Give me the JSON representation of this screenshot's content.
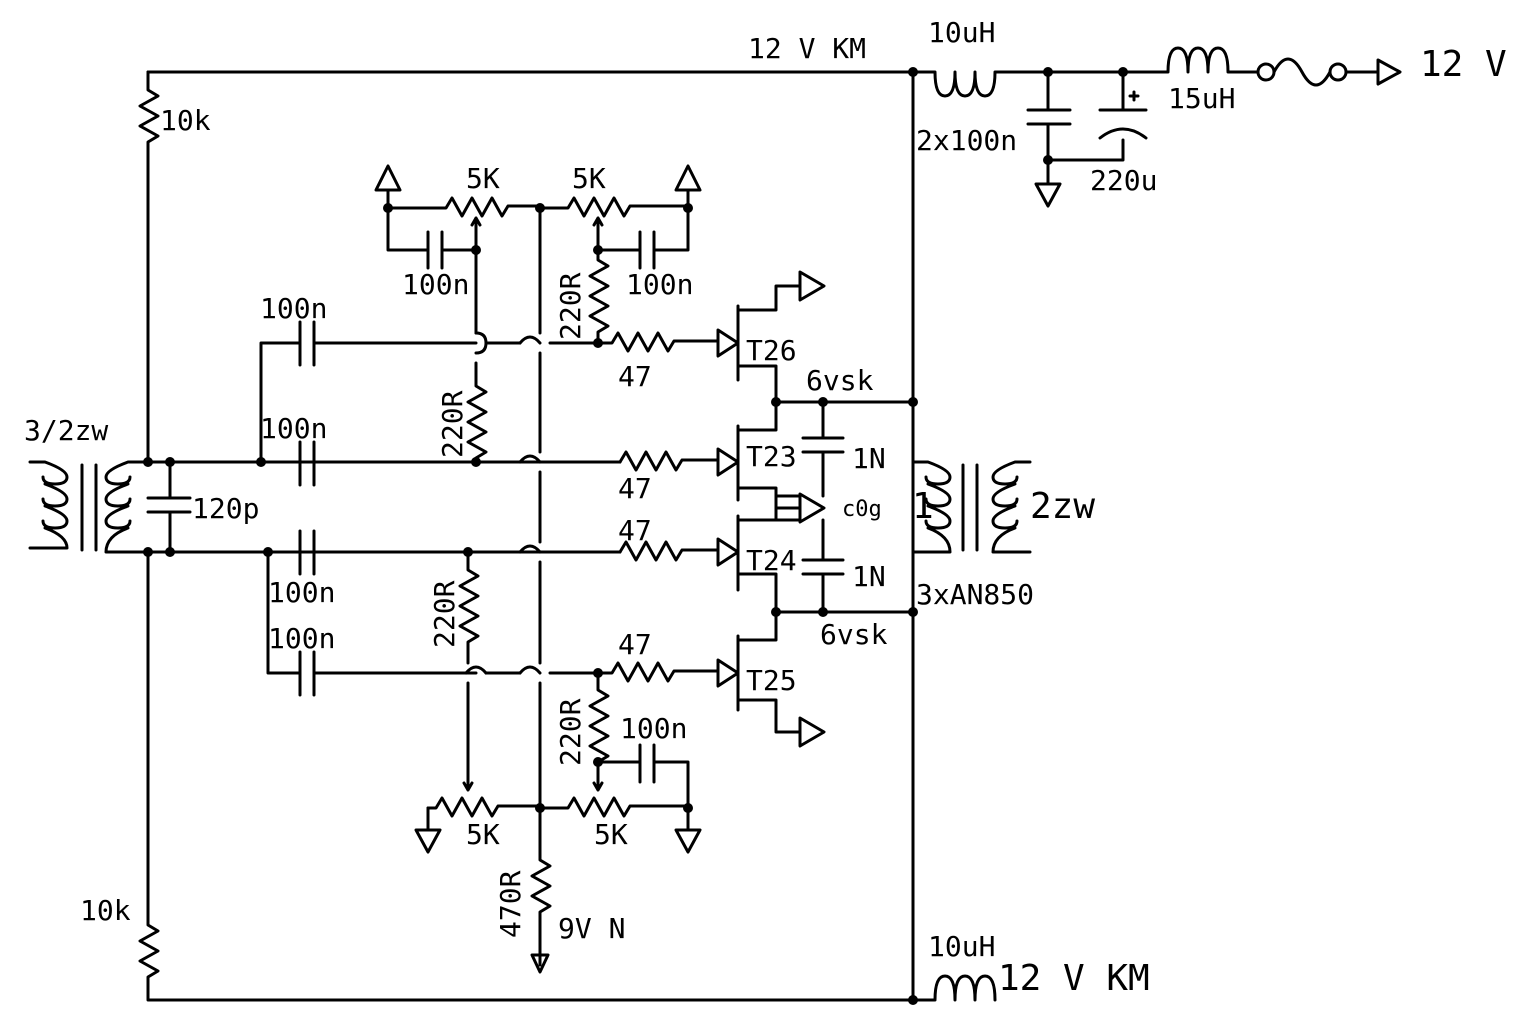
{
  "labels": {
    "supply_top": "12 V KM",
    "supply_bottom": "12 V KM",
    "supply_out": "12 V",
    "ind_top": "10uH",
    "ind_bottom": "10uH",
    "ind_out": "15uH",
    "cap_decouple": "2x100n",
    "cap_elec": "220u",
    "r_top_bias": "10k",
    "r_bot_bias": "10k",
    "in_transformer": "3/2zw",
    "out_turns_1": "1",
    "out_transformer": "2zw",
    "out_ferrite": "3xAN850",
    "cap_input": "120p",
    "cap_c1": "100n",
    "cap_c2": "100n",
    "cap_c3": "100n",
    "cap_c4": "100n",
    "pot_tl": "5K",
    "pot_tr": "5K",
    "pot_bl": "5K",
    "pot_br": "5K",
    "cap_pot_tl": "100n",
    "cap_pot_tr": "100n",
    "cap_pot_br": "100n",
    "r220_a": "220R",
    "r220_b": "220R",
    "r220_c": "220R",
    "r220_d": "220R",
    "r47_a": "47",
    "r47_b": "47",
    "r47_c": "47",
    "r47_d": "47",
    "t26": "T26",
    "t23": "T23",
    "t24": "T24",
    "t25": "T25",
    "node_6vsk_top": "6vsk",
    "node_6vsk_bot": "6vsk",
    "cap_1n_a": "1N",
    "cap_1n_b": "1N",
    "cap_c0g": "c0g",
    "r470": "470R",
    "supply_9v": "9V N"
  }
}
